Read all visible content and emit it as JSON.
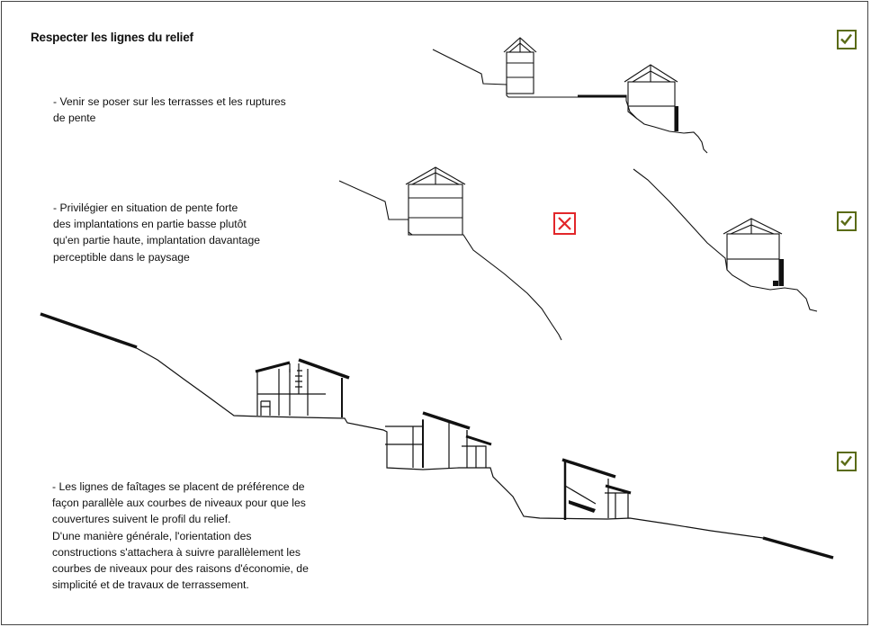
{
  "title": "Respecter les lignes du relief",
  "paragraphs": {
    "p1": "- Venir se poser sur les terrasses et les ruptures\nde pente",
    "p2": "- Privilégier en situation de pente forte\ndes implantations en partie basse plutôt\nqu'en partie haute, implantation davantage\nperceptible dans le paysage",
    "p3": "- Les lignes de faîtages se placent de préférence de\nfaçon parallèle aux courbes de niveaux  pour que les\ncouvertures suivent le profil du relief.\nD'une manière générale, l'orientation des\nconstructions s'attachera à suivre parallèlement les\ncourbes de niveaux pour des raisons d'économie, de\nsimplicité et de travaux de terrassement."
  },
  "icons": {
    "check": "check-icon",
    "cross": "cross-icon"
  },
  "colors": {
    "check": "#5a6b16",
    "cross": "#e2262a",
    "line": "#111111"
  }
}
